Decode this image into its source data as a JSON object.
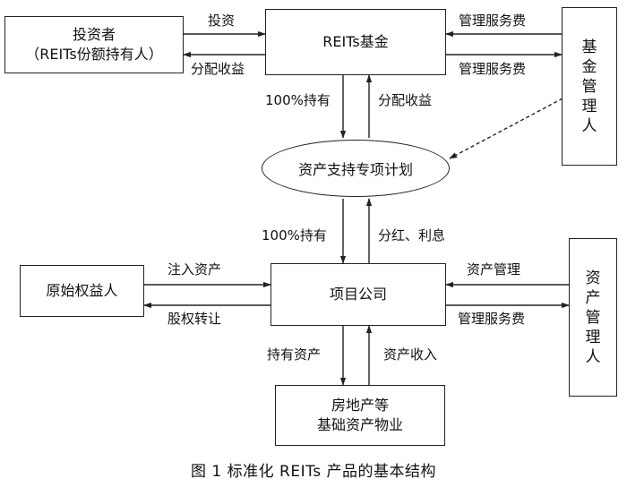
{
  "nodes": {
    "investor": {
      "line1": "投资者",
      "line2": "（REITs份额持有人）"
    },
    "fund": "REITs基金",
    "fund_manager": [
      "基",
      "金",
      "管",
      "理",
      "人"
    ],
    "abs_plan": "资产支持专项计划",
    "originator": "原始权益人",
    "project_company": "项目公司",
    "asset_manager": [
      "资",
      "产",
      "管",
      "理",
      "人"
    ],
    "property": {
      "line1": "房地产等",
      "line2": "基础资产物业"
    }
  },
  "edges": {
    "investor_to_fund": "投资",
    "fund_to_investor": "分配收益",
    "manager_to_fund_top": "管理服务费",
    "fund_to_manager": "管理服务费",
    "fund_holds_plan": "100%持有",
    "plan_to_fund": "分配收益",
    "plan_holds_company": "100%持有",
    "company_to_plan": "分红、利息",
    "originator_to_company": "注入资产",
    "company_to_originator": "股权转让",
    "asset_manager_to_company": "资产管理",
    "company_to_asset_manager": "管理服务费",
    "company_holds_property": "持有资产",
    "property_to_company": "资产收入"
  },
  "caption": "图 1   标准化 REITs 产品的基本结构"
}
